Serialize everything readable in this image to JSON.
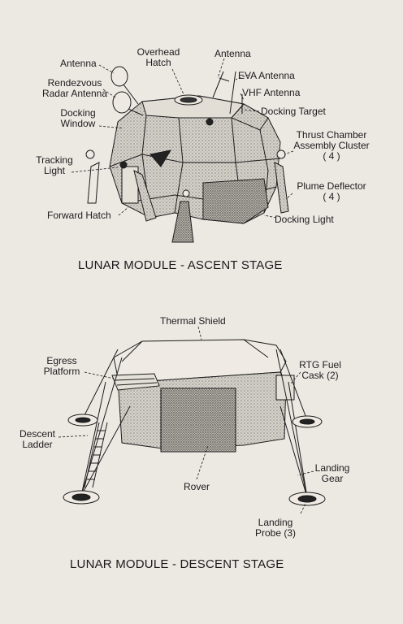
{
  "ascent": {
    "caption": "LUNAR MODULE - ASCENT STAGE",
    "labels": {
      "antenna_left": "Antenna",
      "overhead_hatch_1": "Overhead",
      "overhead_hatch_2": "Hatch",
      "antenna_top": "Antenna",
      "rendezvous_1": "Rendezvous",
      "rendezvous_2": "Radar Antenna",
      "eva_antenna": "EVA Antenna",
      "vhf_antenna": "VHF Antenna",
      "docking_window_1": "Docking",
      "docking_window_2": "Window",
      "docking_target": "Docking Target",
      "thrust_1": "Thrust Chamber",
      "thrust_2": "Assembly Cluster",
      "thrust_3": "( 4 )",
      "tracking_1": "Tracking",
      "tracking_2": "Light",
      "plume_1": "Plume Deflector",
      "plume_2": "( 4 )",
      "forward_hatch": "Forward Hatch",
      "docking_light": "Docking Light"
    }
  },
  "descent": {
    "caption": "LUNAR MODULE - DESCENT STAGE",
    "labels": {
      "thermal_shield": "Thermal Shield",
      "egress_1": "Egress",
      "egress_2": "Platform",
      "rtg_1": "RTG Fuel",
      "rtg_2": "Cask (2)",
      "descent_ladder_1": "Descent",
      "descent_ladder_2": "Ladder",
      "landing_gear_1": "Landing",
      "landing_gear_2": "Gear",
      "rover": "Rover",
      "probe_1": "Landing",
      "probe_2": "Probe (3)"
    }
  },
  "colors": {
    "paper": "#ece9e3",
    "ink": "#1c1c1c",
    "module_fill": "#c9c5bd"
  }
}
